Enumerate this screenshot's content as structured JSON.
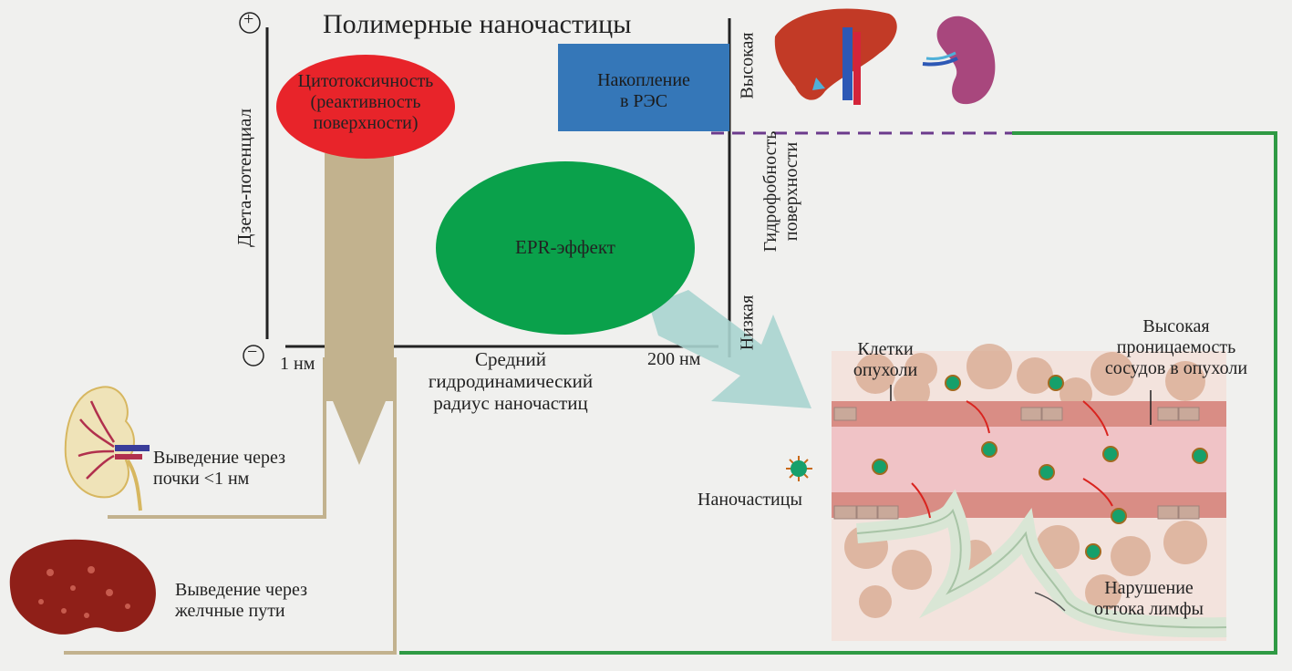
{
  "title": "Полимерные наночастицы",
  "axes": {
    "plus_sign": "+",
    "minus_sign": "−",
    "y_label": "Дзета-потенциал",
    "x_left_tick": "1 нм",
    "x_right_tick": "200 нм",
    "x_label": [
      "Средний",
      "гидродинамический",
      "радиус наночастиц"
    ],
    "right_label_high": "Высокая",
    "right_label_low": "Низкая",
    "right_axis_label": [
      "Гидрофобность",
      "поверхности"
    ]
  },
  "regions": {
    "cytotoxicity": [
      "Цитотоксичность",
      "(реактивность",
      "поверхности)"
    ],
    "res_accumulation": [
      "Накопление",
      "в РЭС"
    ],
    "epr": "EPR-эффект"
  },
  "excretion": {
    "kidney": [
      "Выведение через",
      "почки <1 нм"
    ],
    "bile": [
      "Выведение через",
      "желчные пути"
    ]
  },
  "tumor": {
    "cells": [
      "Клетки",
      "опухоли"
    ],
    "permeability": [
      "Высокая",
      "проницаемость",
      "сосудов в опухоли"
    ],
    "nanoparticles": "Наночастицы",
    "lymph": [
      "Нарушение",
      "оттока лимфы"
    ]
  },
  "colors": {
    "cytotoxicity": "#e8242a",
    "res": "#3577b8",
    "epr": "#0aa14b",
    "beige_arrow": "#c2b28e",
    "teal_arrow": "#a9d4cf",
    "green_frame": "#2f9a44",
    "purple_dash": "#6b3a8c"
  }
}
